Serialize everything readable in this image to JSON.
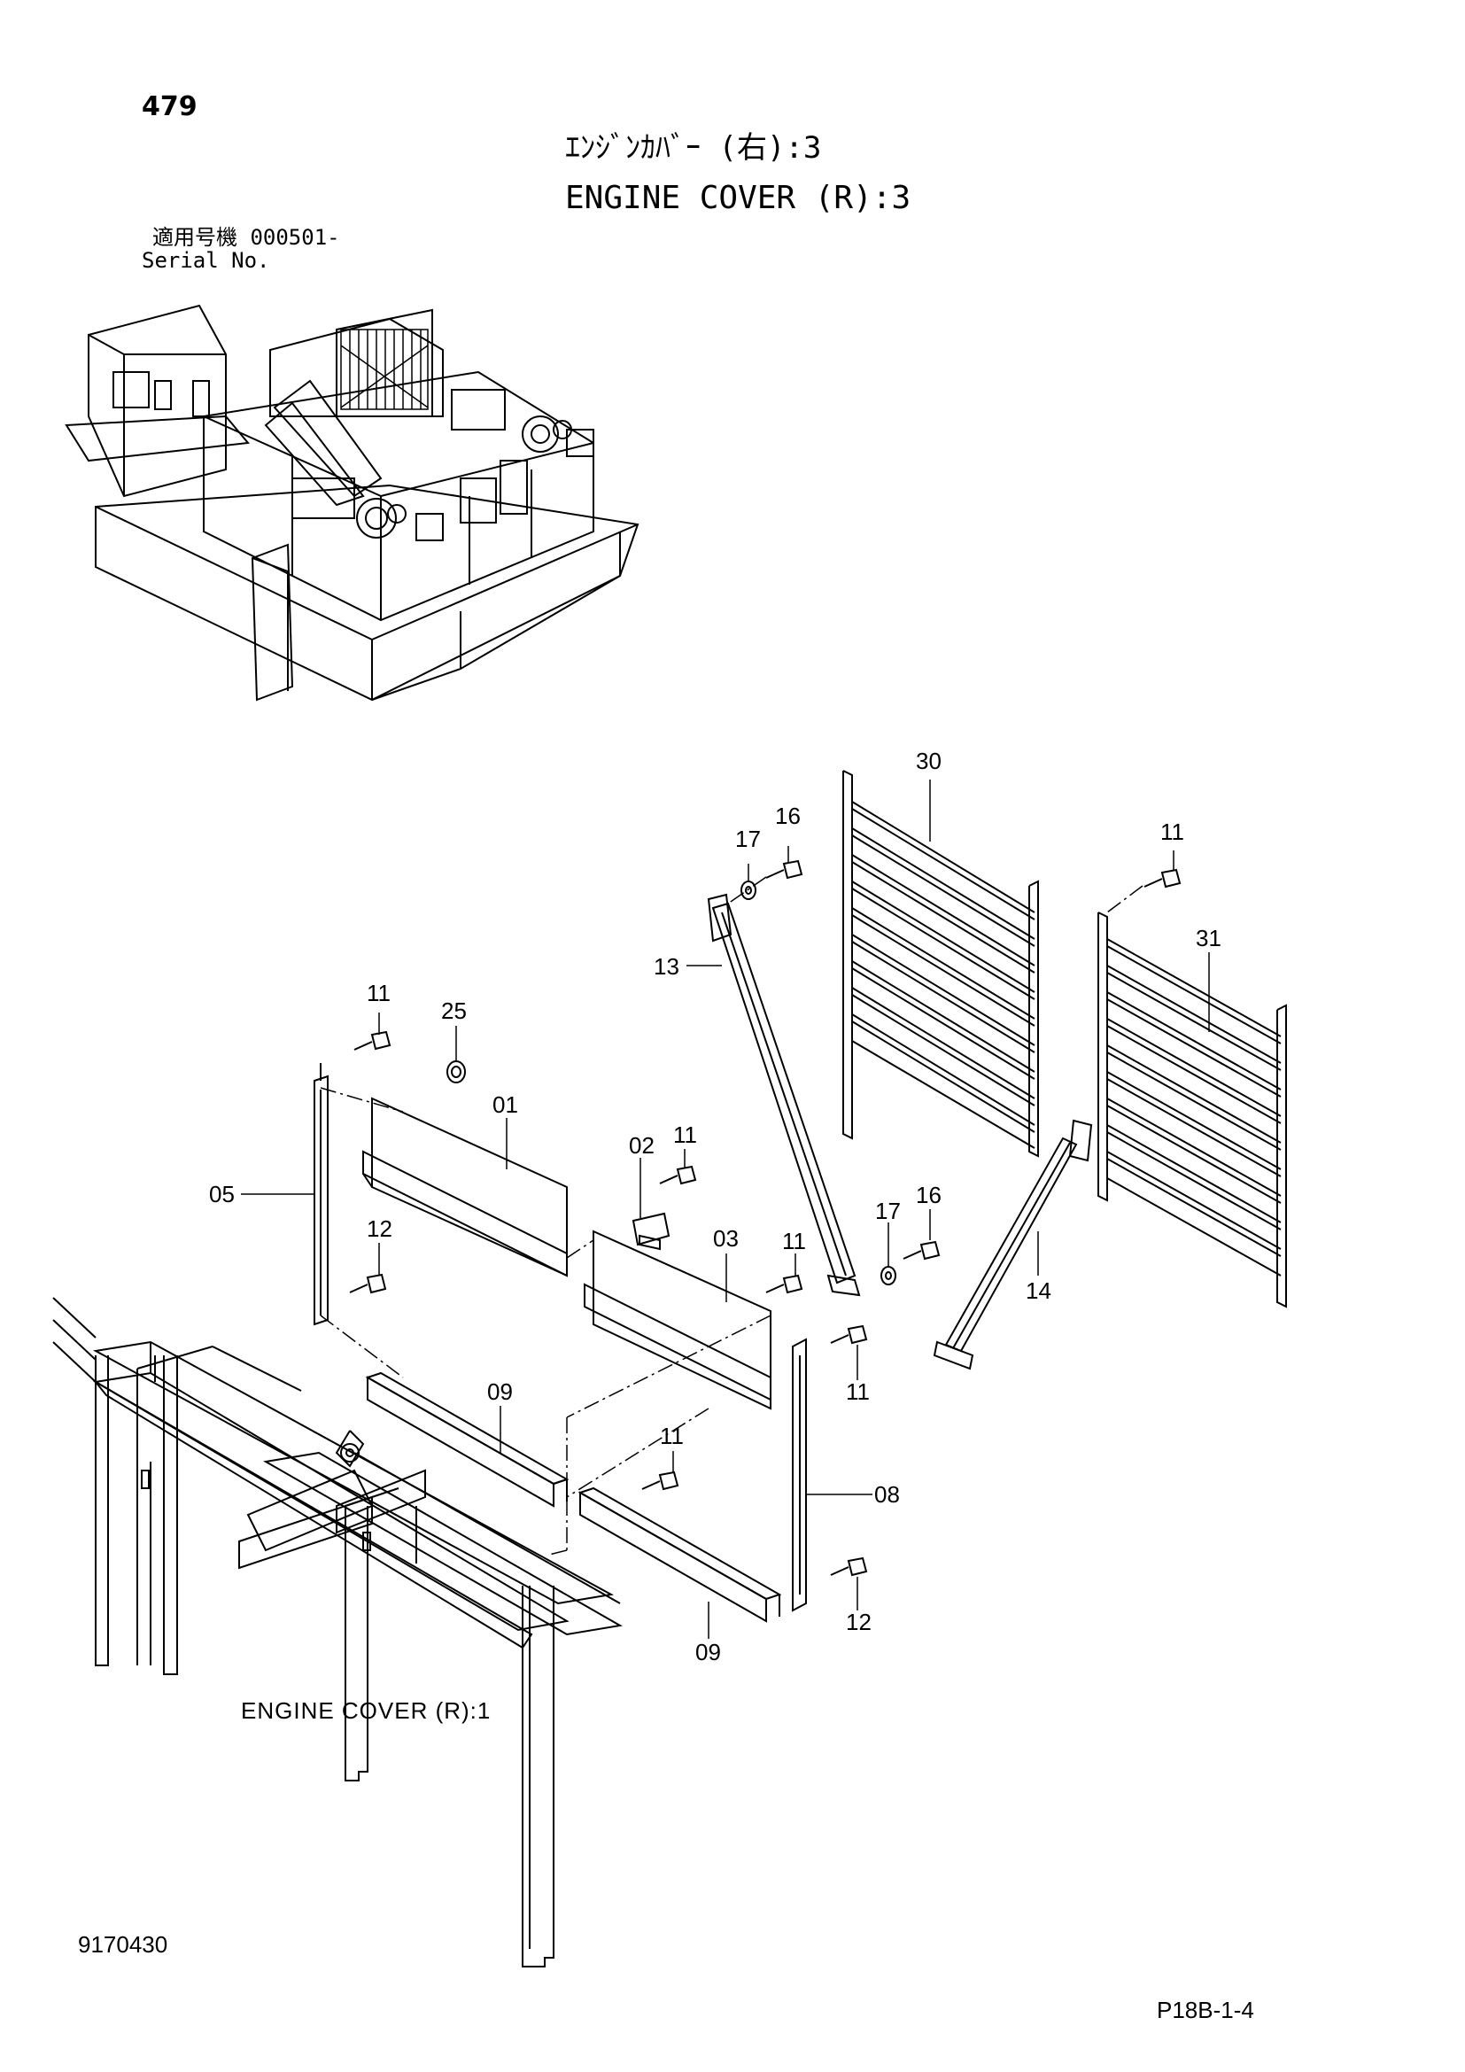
{
  "page_number": "479",
  "title_jp": "ｴﾝｼﾞﾝｶﾊﾞｰ (右):3",
  "title_en": "ENGINE COVER (R):3",
  "serial": {
    "label_jp": "適用号機",
    "value": "000501-",
    "label_en": "Serial No."
  },
  "callouts": {
    "p30": "30",
    "p16a": "16",
    "p17a": "17",
    "p11a": "11",
    "p31": "31",
    "p13": "13",
    "p11b": "11",
    "p25": "25",
    "p01": "01",
    "p02": "02",
    "p11c": "11",
    "p05": "05",
    "p03": "03",
    "p12a": "12",
    "p11d": "11",
    "p17b": "17",
    "p16b": "16",
    "p14": "14",
    "p11e": "11",
    "p09a": "09",
    "p11f": "11",
    "p08": "08",
    "p12b": "12",
    "p09b": "09"
  },
  "reference_label": "ENGINE COVER (R):1",
  "doc_number": "9170430",
  "ref_code": "P18B-1-4"
}
